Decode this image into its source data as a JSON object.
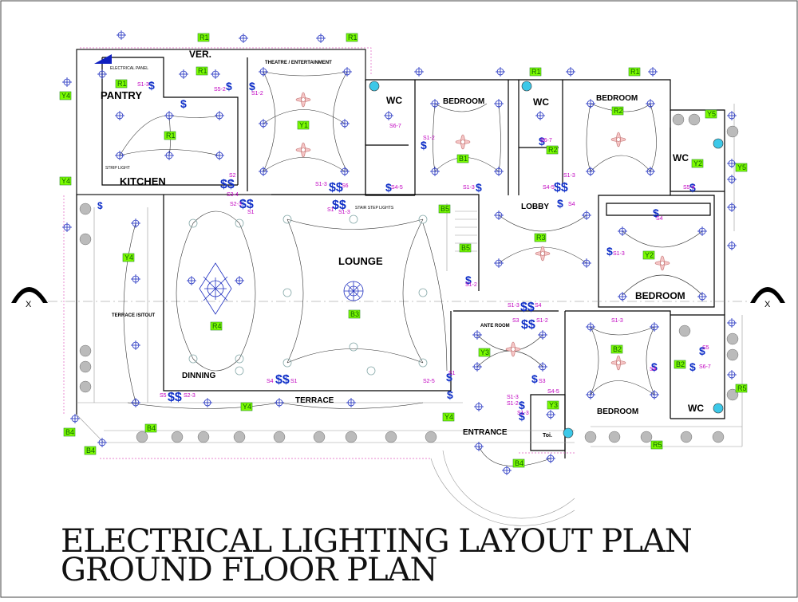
{
  "title": {
    "line1": "ELECTRICAL LIGHTING LAYOUT PLAN",
    "line2": "GROUND FLOOR PLAN"
  },
  "rooms": {
    "pantry": "PANTRY",
    "kitchen": "KITCHEN",
    "ver": "VER.",
    "theatre": "THEATRE / ENTERTAINMENT",
    "wc1": "WC",
    "bedroom1": "BEDROOM",
    "wc2": "WC",
    "bedroom2": "BEDROOM",
    "wc3": "WC",
    "lobby": "LOBBY",
    "lounge": "LOUNGE",
    "bedroom3": "BEDROOM",
    "terrace_sitout": "TERRACE /SITOUT",
    "dining": "DINNING",
    "terrace": "TERRACE",
    "ante_room": "ANTE ROOM",
    "entrance": "ENTRANCE",
    "toi": "Toi.",
    "bedroom4": "BEDROOM",
    "wc4": "WC"
  },
  "notes": {
    "electrical_panel": "ELECTRICAL PANEL",
    "strip_light": "STRIP LIGHT",
    "stair_step_lights": "STAIR STEP LIGHTS"
  },
  "section_marker": "X",
  "tags": [
    "R1",
    "R1",
    "R1",
    "R1",
    "R1",
    "R1",
    "Y4",
    "Y4",
    "Y1",
    "B1",
    "R2",
    "R2",
    "Y5",
    "Y5",
    "Y2",
    "Y2",
    "R1",
    "B5",
    "B5",
    "R3",
    "R4",
    "Y4",
    "B3",
    "Y3",
    "Y3",
    "B2",
    "B2",
    "R5",
    "R5",
    "B4",
    "B4",
    "B4",
    "B4",
    "Y4",
    "Y4"
  ],
  "switches": [
    "S1-3",
    "S5-2",
    "S1-2",
    "S2",
    "S3-4",
    "S2-3",
    "S1",
    "S1-3",
    "S6",
    "S1",
    "S1-3",
    "S6-7",
    "S1-2",
    "S4-5",
    "S1-3",
    "S6-7",
    "S1-3",
    "S4-5",
    "S5-4",
    "S4",
    "S4",
    "S1-3",
    "S1-2",
    "S1-3",
    "S4",
    "S3",
    "S1-2",
    "S1",
    "S2-5",
    "S4",
    "S1",
    "S5",
    "S2-3",
    "S1-3",
    "S1-2",
    "S1-3",
    "S3",
    "S4-5",
    "S1-3",
    "S4",
    "S5",
    "S6-7"
  ]
}
